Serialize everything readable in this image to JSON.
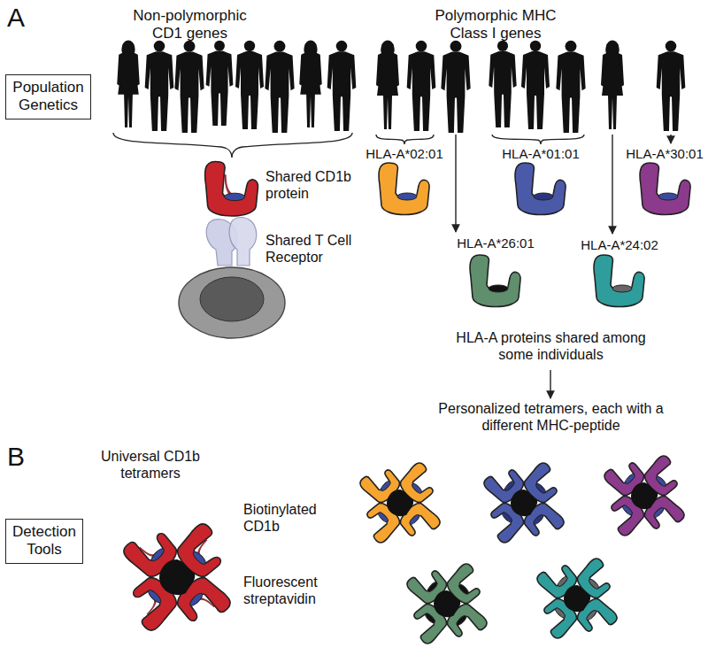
{
  "diagram": {
    "nodes": [
      {
        "text": [
          "Population Genetics"
        ]
      },
      {
        "text": [
          "Detection Tools"
        ]
      }
    ],
    "labels": [
      "A",
      "Non-polymorphic CD1 genes",
      "Polymorphic MHC Class I genes",
      "Shared CD1b protein",
      "Shared T Cell Receptor",
      "HLA-A*02:01",
      "HLA-A*01:01",
      "HLA-A*30:01",
      "HLA-A*26:01",
      "HLA-A*24:02",
      "HLA-A proteins shared among some individuals",
      "B",
      "Universal CD1b tetramers",
      "Biotinylated CD1b",
      "Fluorescent streptavidin",
      "Personalized tetramers, each with a different MHC-peptide"
    ]
  }
}
